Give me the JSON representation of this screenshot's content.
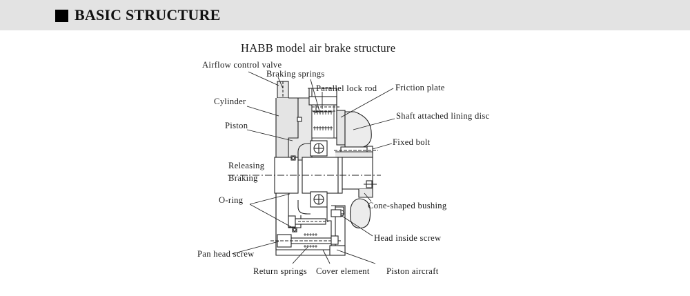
{
  "header": {
    "title": "BASIC STRUCTURE",
    "bullet_icon": "square-bullet-icon",
    "background_color": "#e3e3e3"
  },
  "diagram": {
    "title": "HABB model air brake structure",
    "labels": {
      "airflow_control_valve": "Airflow control valve",
      "braking_springs": "Braking springs",
      "parallel_lock_rod": "Parallel lock rod",
      "friction_plate": "Friction plate",
      "cylinder": "Cylinder",
      "shaft_attached_lining_disc": "Shaft attached lining disc",
      "piston": "Piston",
      "fixed_bolt": "Fixed bolt",
      "releasing": "Releasing",
      "braking": "Braking",
      "o_ring": "O-ring",
      "cone_shaped_bushing": "Cone-shaped bushing",
      "head_inside_screw": "Head inside screw",
      "pan_head_screw": "Pan head screw",
      "return_springs": "Return springs",
      "cover_element": "Cover element",
      "piston_aircraft": "Piston aircraft"
    }
  }
}
